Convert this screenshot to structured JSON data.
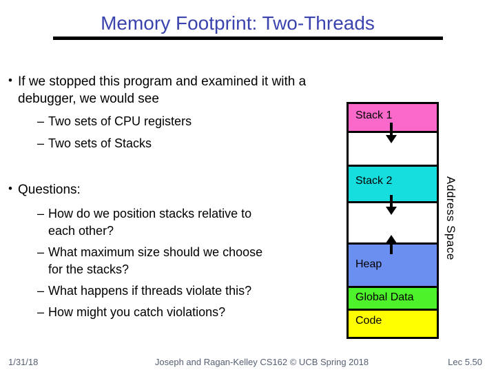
{
  "title": "Memory Footprint: Two-Threads",
  "markers": {
    "level1": "•",
    "level2": "–"
  },
  "bullets": {
    "b1": {
      "text": "If we stopped this program and examined it with a\ndebugger, we would see",
      "subs": [
        "Two sets of CPU registers",
        "Two sets of Stacks"
      ]
    },
    "b2": {
      "text": "Questions:",
      "subs": [
        "How do we position stacks relative to\neach other?",
        "What maximum size should we choose\nfor the stacks?",
        "What happens if threads violate this?",
        "How might you catch violations?"
      ]
    }
  },
  "diagram": {
    "vertical_label": "Address Space",
    "segments": [
      {
        "label": "Stack 1",
        "color": "#FA69C9"
      },
      {
        "label": "",
        "color": "#FFFFFF"
      },
      {
        "label": "Stack 2",
        "color": "#17DEDE"
      },
      {
        "label": "",
        "color": "#FFFFFF"
      },
      {
        "label": "Heap",
        "color": "#6B8FF0"
      },
      {
        "label": "Global Data",
        "color": "#4DF22B"
      },
      {
        "label": "Code",
        "color": "#FFFF00"
      }
    ],
    "arrows": [
      {
        "name": "stack1-growth",
        "direction": "down"
      },
      {
        "name": "stack2-growth",
        "direction": "down"
      },
      {
        "name": "heap-growth",
        "direction": "up"
      }
    ]
  },
  "colors": {
    "title": "#3B43AE",
    "footer": "#555F73",
    "border": "#000000"
  },
  "footer": {
    "date": "1/31/18",
    "credit": "Joseph and Ragan-Kelley CS162 © UCB Spring 2018",
    "lecture": "Lec 5.50"
  }
}
